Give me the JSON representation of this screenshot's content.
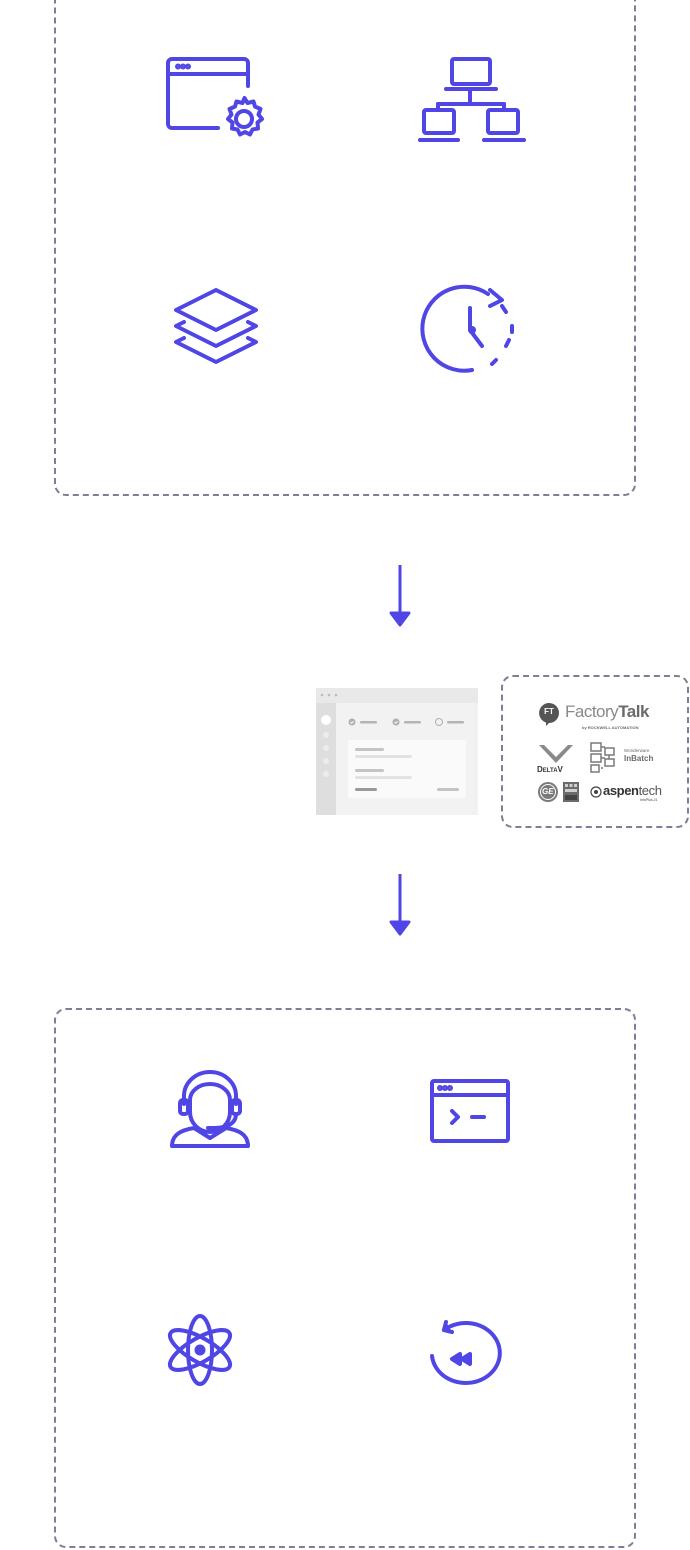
{
  "colors": {
    "accent": "#4f46e5",
    "dash": "#7c7f95",
    "logo_gray": "#6b6b6b"
  },
  "top_panel": {
    "icons": [
      "browser-settings-icon",
      "network-computers-icon",
      "layers-icon",
      "clock-refresh-icon"
    ]
  },
  "bottom_panel": {
    "icons": [
      "support-agent-icon",
      "terminal-window-icon",
      "atom-icon",
      "rewind-icon"
    ]
  },
  "arrows": [
    "arrow-down-icon",
    "arrow-down-icon"
  ],
  "integrations": {
    "factorytalk": {
      "name_light": "Factory",
      "name_bold": "Talk",
      "badge": "FT",
      "sub": "by ROCKWELL AUTOMATION"
    },
    "deltav": {
      "name": "DeltaV"
    },
    "inbatch": {
      "line1": "Wonderware",
      "line2": "InBatch"
    },
    "ge": {
      "badge": "GE"
    },
    "aspentech": {
      "name_bold": "aspen",
      "name_light": "tech",
      "sub": "InfoPlus.21"
    }
  }
}
